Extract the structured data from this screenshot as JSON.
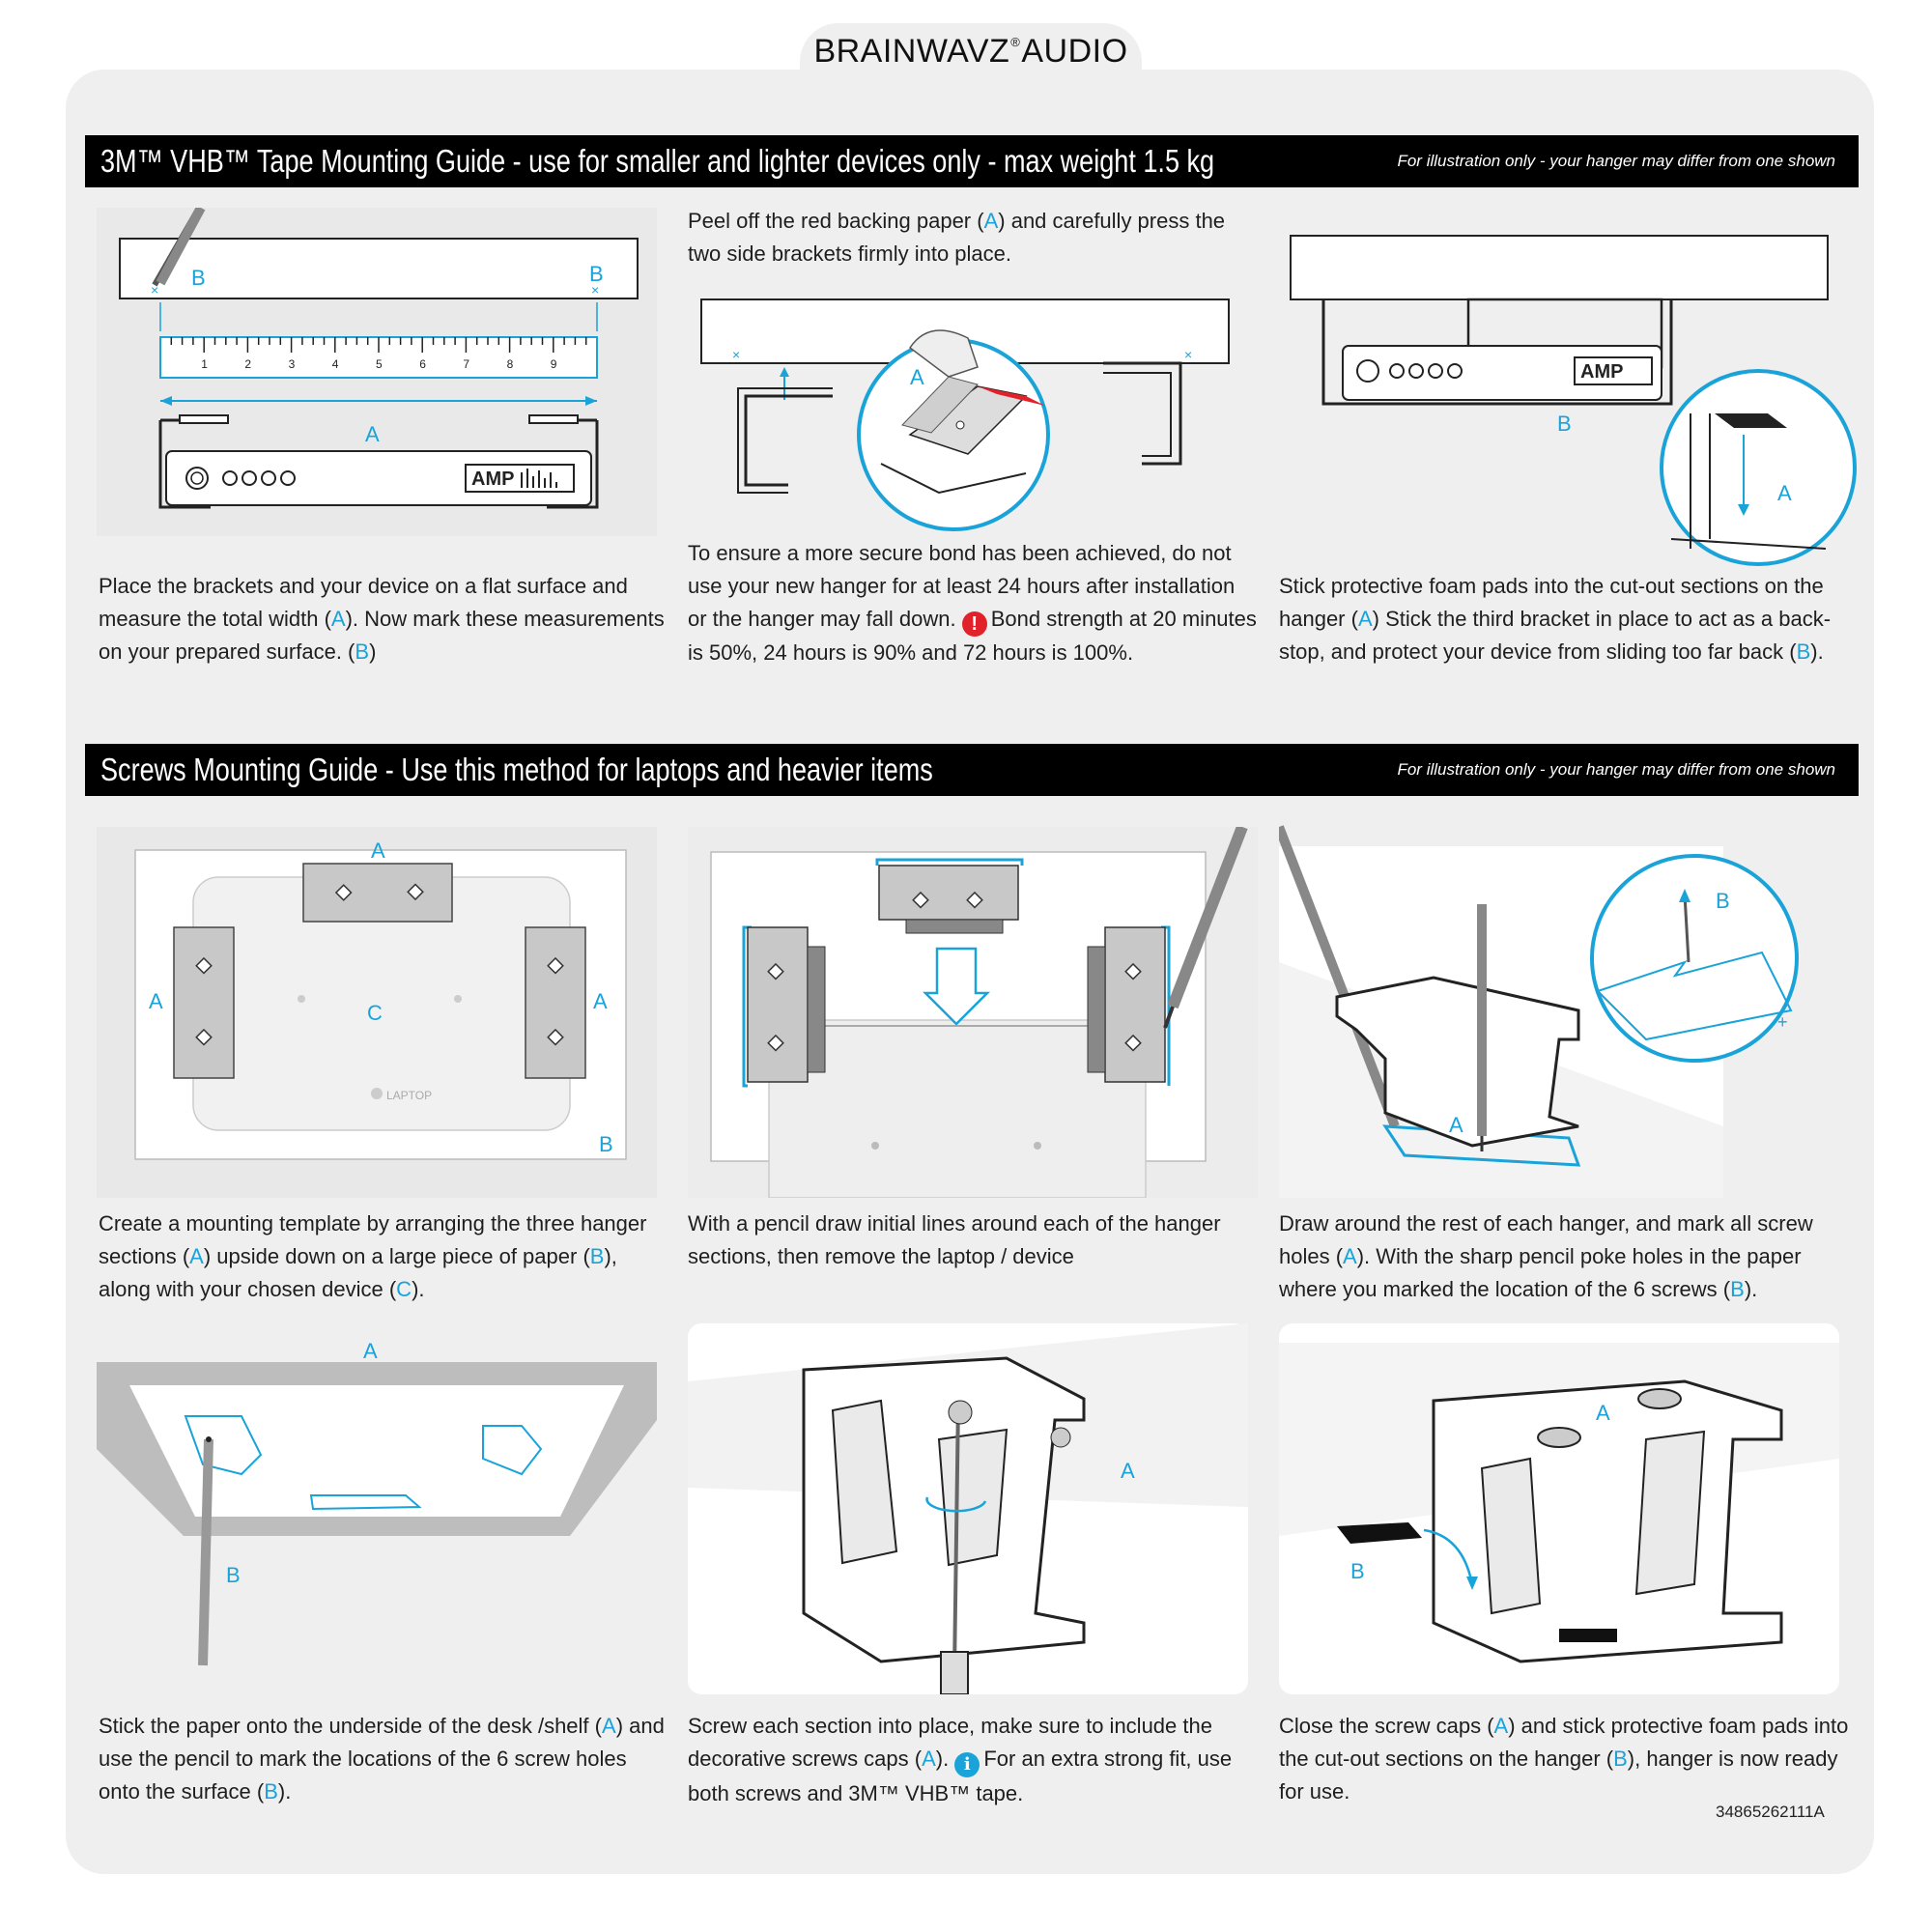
{
  "brand": {
    "name_left": "BRAINWAVZ",
    "registered": "®",
    "name_right": "AUDIO"
  },
  "section1": {
    "title": "3M™ VHB™ Tape Mounting Guide - use for smaller and lighter devices only - max weight 1.5 kg",
    "note": "For illustration only - your hanger may differ from one shown",
    "steps": [
      {
        "labels": {
          "a": "A",
          "b": "B"
        },
        "ruler_ticks": [
          "1",
          "2",
          "3",
          "4",
          "5",
          "6",
          "7",
          "8",
          "9"
        ],
        "device_display": "AMP"
      },
      {
        "labels": {
          "a": "A"
        }
      },
      {
        "labels": {
          "a": "A",
          "b": "B"
        },
        "device_display": "AMP"
      }
    ],
    "captions": {
      "s1_p1": "Place the brackets and your device on a flat surface and measure the total width (",
      "s1_k1": "A",
      "s1_p2": "). Now mark these measurements on your prepared surface. (",
      "s1_k2": "B",
      "s1_p3": ")",
      "s2_top_p1": "Peel off the red backing paper (",
      "s2_top_k1": "A",
      "s2_top_p2": ") and carefully press the two side brackets firmly into place.",
      "s2_p1": "To ensure a more secure bond has been achieved, do not use your new hanger for at least 24 hours after installation or the hanger may fall down. ",
      "s2_icon": "!",
      "s2_p2": "Bond strength at 20 minutes is 50%, 24 hours is 90% and 72 hours is 100%.",
      "s3_p1": "Stick protective foam pads into the cut-out sections on the hanger (",
      "s3_k1": "A",
      "s3_p2": ") Stick the third bracket in place to act as a back-stop, and protect your device from sliding too far back (",
      "s3_k2": "B",
      "s3_p3": ")."
    }
  },
  "section2": {
    "title": "Screws Mounting Guide - Use this method for laptops and heavier items",
    "note": "For illustration only - your hanger may differ from one shown",
    "steps": [
      {
        "labels": {
          "a": "A",
          "b": "B",
          "c": "C"
        },
        "device_label": "LAPTOP"
      },
      {
        "labels": {}
      },
      {
        "labels": {
          "a": "A",
          "b": "B"
        }
      },
      {
        "labels": {
          "a": "A",
          "b": "B"
        }
      },
      {
        "labels": {
          "a": "A"
        }
      },
      {
        "labels": {
          "a": "A",
          "b": "B"
        }
      }
    ],
    "captions": {
      "c1_p1": "Create a mounting template by arranging the three hanger sections (",
      "c1_k1": "A",
      "c1_p2": ") upside down on a large piece of paper (",
      "c1_k2": "B",
      "c1_p3": "), along with your chosen device (",
      "c1_k3": "C",
      "c1_p4": ").",
      "c2": "With a pencil draw initial lines around each of the hanger sections, then remove the laptop / device",
      "c3_p1": "Draw around the rest of each hanger, and mark all screw holes (",
      "c3_k1": "A",
      "c3_p2": "). With the sharp pencil poke holes in the paper where you marked the location of the 6 screws (",
      "c3_k2": "B",
      "c3_p3": ").",
      "c4_p1": "Stick the paper onto the underside of the desk /shelf (",
      "c4_k1": "A",
      "c4_p2": ") and use the pencil to mark the locations of the 6 screw holes onto the surface (",
      "c4_k2": "B",
      "c4_p3": ").",
      "c5_p1": "Screw each section into place, make sure to include the decorative screws caps (",
      "c5_k1": "A",
      "c5_p2": "). ",
      "c5_icon": "i",
      "c5_p3": "For an extra strong fit, use both screws and 3M™ VHB™ tape.",
      "c6_p1": "Close the screw caps (",
      "c6_k1": "A",
      "c6_p2": ") and stick protective foam pads into the cut-out sections on the hanger (",
      "c6_k2": "B",
      "c6_p3": "), hanger is now ready for use."
    }
  },
  "colors": {
    "accent": "#1aa3d9",
    "band": "#000000",
    "panel": "#efefef",
    "tape_red": "#e2222a"
  },
  "footer_code": "34865262111A"
}
